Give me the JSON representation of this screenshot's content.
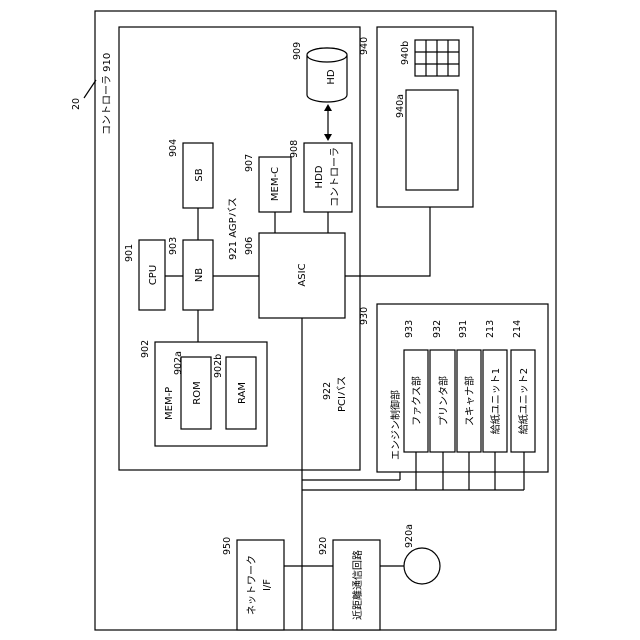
{
  "labels": {
    "device_ref": "20",
    "controller": "コントローラ 910",
    "cpu": "CPU",
    "cpu_ref": "901",
    "nb": "NB",
    "nb_ref": "903",
    "sb": "SB",
    "sb_ref": "904",
    "agp_bus": "921 AGPバス",
    "asic": "ASIC",
    "asic_ref": "906",
    "mem_c": "MEM-C",
    "mem_c_ref": "907",
    "hdd_ctrl_line1": "HDD",
    "hdd_ctrl_line2": "コントローラ",
    "hdd_ctrl_ref": "908",
    "hd": "HD",
    "hd_ref": "909",
    "mem_p": "MEM-P",
    "mem_p_ref": "902",
    "rom": "ROM",
    "rom_ref": "902a",
    "ram": "RAM",
    "ram_ref": "902b",
    "pci_bus_num": "922",
    "pci_bus": "PCIバス",
    "panel_ref": "940",
    "keys_ref": "940b",
    "screen_ref": "940a",
    "engine_ctrl": "エンジン制御部",
    "engine_ref": "930",
    "fax": "ファクス部",
    "fax_ref": "933",
    "printer": "プリンタ部",
    "printer_ref": "932",
    "scanner": "スキャナ部",
    "scanner_ref": "931",
    "feed1": "給紙ユニット1",
    "feed1_ref": "213",
    "feed2": "給紙ユニット2",
    "feed2_ref": "214",
    "network_line1": "ネットワーク",
    "network_line2": "I/F",
    "network_ref": "950",
    "nfc": "近距離通信回路",
    "nfc_ref": "920",
    "antenna_ref": "920a"
  }
}
